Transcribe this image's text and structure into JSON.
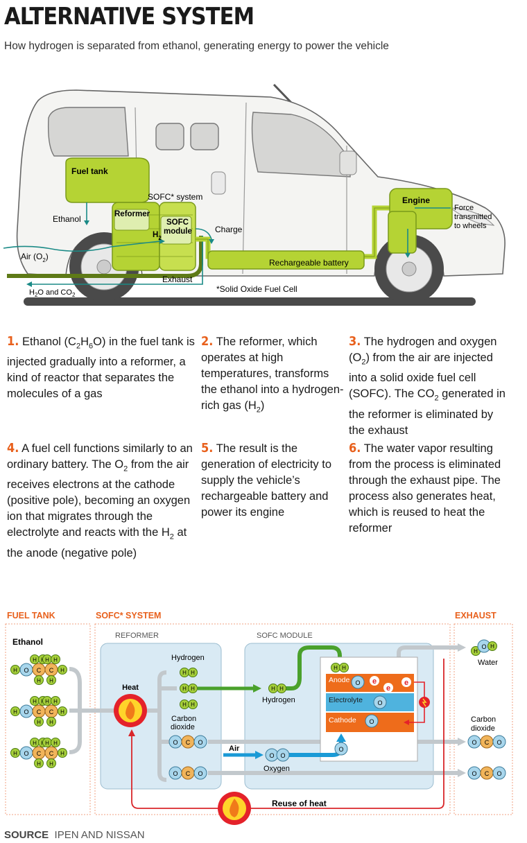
{
  "header": {
    "title": "ALTERNATIVE SYSTEM",
    "subtitle": "How hydrogen is separated from ethanol, generating energy to power the vehicle"
  },
  "car_labels": {
    "fuel_tank": "Fuel tank",
    "ethanol": "Ethanol",
    "sofc_system": "SOFC* system",
    "reformer": "Reformer",
    "sofc_module_1": "SOFC",
    "sofc_module_2": "module",
    "h2": "H",
    "h2_sub": "2",
    "charge": "Charge",
    "engine": "Engine",
    "force_1": "Force",
    "force_2": "transmitted",
    "force_3": "to wheels",
    "air": "Air (O",
    "air_sub": "2",
    "air_end": ")",
    "rechargeable_battery": "Rechargeable battery",
    "exhaust": "Exhaust",
    "h2o_co2": "H",
    "h2o_co2_sub1": "2",
    "h2o_co2_mid": "O and CO",
    "h2o_co2_sub2": "2",
    "footnote": "*Solid Oxide Fuel Cell"
  },
  "steps": [
    {
      "num": "1.",
      "text_parts": [
        "Ethanol (C",
        "2",
        "H",
        "6",
        "O) in the fuel tank is injected gradually into a reformer, a kind of reactor that separates the molecules of a gas"
      ]
    },
    {
      "num": "2.",
      "text_parts": [
        "The reformer, which operates at high temperatures, transforms the ethanol into a hydrogen-rich gas (H",
        "2",
        ")"
      ]
    },
    {
      "num": "3.",
      "text_parts": [
        "The hydrogen and oxygen (O",
        "2",
        ") from the air are injected into a solid oxide fuel cell (SOFC). The CO",
        "2",
        " generated in the reformer is eliminated by the exhaust"
      ]
    },
    {
      "num": "4.",
      "text_parts": [
        "A fuel cell functions similarly to an ordinary battery. The O",
        "2",
        " from the air receives electrons at the cathode (positive pole), becoming an oxygen ion that migrates through the electrolyte and reacts with the H",
        "2",
        " at the anode (negative pole)"
      ]
    },
    {
      "num": "5.",
      "text_parts": [
        "The result is the generation of electricity to supply the vehicle’s rechargeable battery and power its engine"
      ]
    },
    {
      "num": "6.",
      "text_parts": [
        "The water vapor resulting from the process is eliminated through the exhaust pipe. The process also generates heat, which is reused to heat the reformer"
      ]
    }
  ],
  "flow": {
    "fuel_tank": "FUEL TANK",
    "sofc_system": "SOFC* SYSTEM",
    "exhaust": "EXHAUST",
    "reformer": "REFORMER",
    "sofc_module": "SOFC MODULE",
    "ethanol": "Ethanol",
    "hydrogen": "Hydrogen",
    "heat": "Heat",
    "carbon_dioxide_1": "Carbon",
    "carbon_dioxide_2": "dioxide",
    "air": "Air",
    "oxygen": "Oxygen",
    "hydrogen_in": "Hydrogen",
    "anode": "Anode",
    "electrolyte": "Electrolyte",
    "cathode": "Cathode",
    "water": "Water",
    "exhaust_co2_1": "Carbon",
    "exhaust_co2_2": "dioxide",
    "reuse_heat": "Reuse of heat",
    "atom_h": "H",
    "atom_c": "C",
    "atom_o": "O",
    "electron": "e"
  },
  "source": {
    "label": "SOURCE",
    "text": "IPEN AND NISSAN"
  },
  "colors": {
    "accent": "#e8601c",
    "lime": "#b5d334",
    "lime_dark": "#7a9a1a",
    "green_arrow": "#4aa12c",
    "blue_arrow": "#1a9ad6",
    "red": "#d9262a",
    "module_bg": "#d9eaf4",
    "anode": "#ee6c1b",
    "electrolyte": "#4fb3de"
  }
}
